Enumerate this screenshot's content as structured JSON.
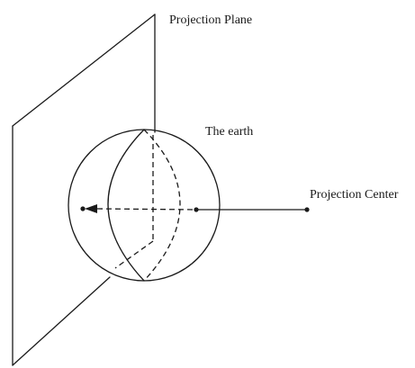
{
  "labels": {
    "projection_plane": "Projection Plane",
    "earth": "The earth",
    "projection_center": "Projection Center"
  },
  "colors": {
    "ink": "#1a1a1a",
    "background": "#ffffff"
  }
}
